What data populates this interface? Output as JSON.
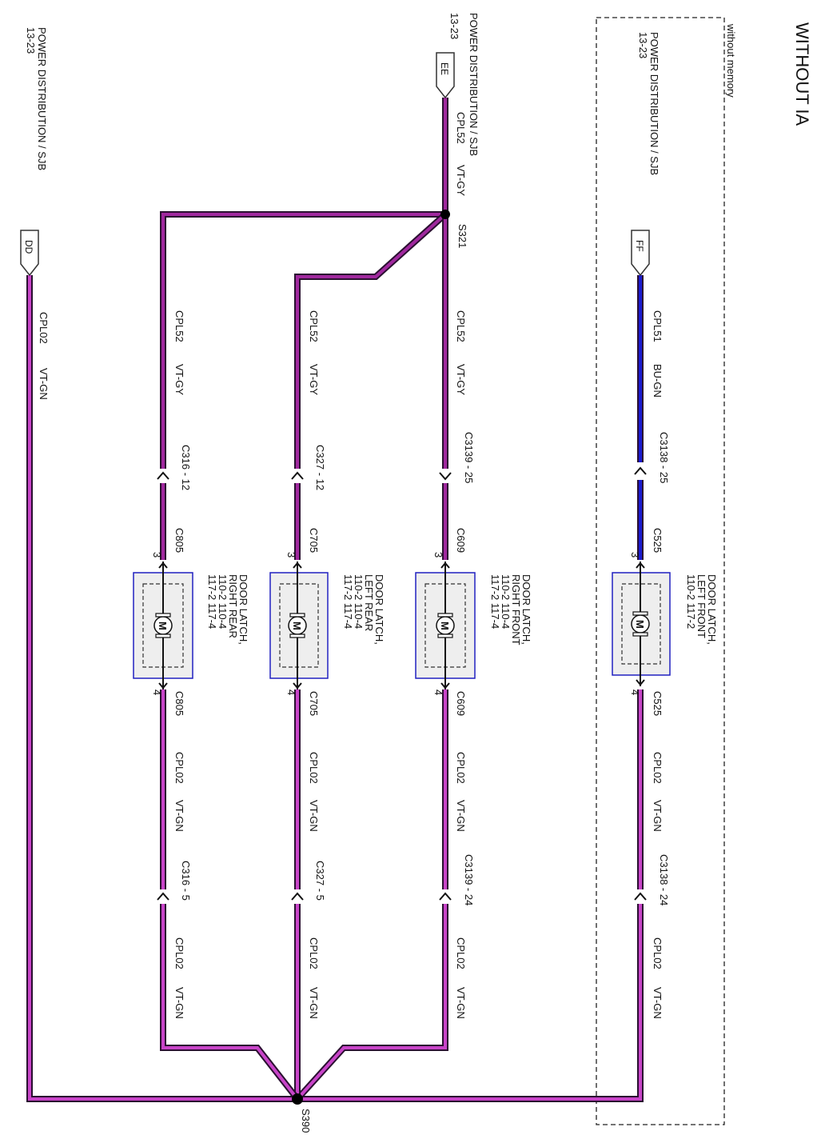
{
  "title": "WITHOUT IA",
  "section_note": "without memory",
  "colors": {
    "vt_gy": "#a0289e",
    "vt_gn": "#c844c8",
    "bu_gn": "#1a1ad0",
    "wire_dark": "#2a1030",
    "module_border": "#2020c0",
    "module_fill": "#eeeeee"
  },
  "sources": {
    "ff": {
      "label": "POWER DISTRIBUTION / SJB",
      "page": "13-23",
      "tag": "FF"
    },
    "ee": {
      "label": "POWER DISTRIBUTION / SJB",
      "page": "13-23",
      "tag": "EE"
    },
    "dd": {
      "label": "POWER DISTRIBUTION / SJB",
      "page": "13-23",
      "tag": "DD"
    }
  },
  "splices": {
    "s321": "S321",
    "s390": "S390"
  },
  "wires": {
    "ee_feed": {
      "circuit": "CPL52",
      "color": "VT-GY"
    },
    "dd_ground": {
      "circuit": "CPL02",
      "color": "VT-GN"
    }
  },
  "branches": [
    {
      "id": "lf",
      "power_circuit": "CPL51",
      "power_color": "BU-GN",
      "inline_top": "C3138 - 25",
      "top_conn": "C525",
      "top_pin": "3",
      "module": [
        "DOOR LATCH,",
        "LEFT FRONT",
        "110-2    117-2"
      ],
      "bottom_conn": "C525",
      "bottom_pin": "4",
      "ret_circuit": "CPL02",
      "ret_color": "VT-GN",
      "inline_bottom": "C3138 - 24",
      "ret2_circuit": "CPL02",
      "ret2_color": "VT-GN"
    },
    {
      "id": "rf",
      "power_circuit": "CPL52",
      "power_color": "VT-GY",
      "inline_top": "C3139 - 25",
      "top_conn": "C609",
      "top_pin": "3",
      "module": [
        "DOOR LATCH,",
        "RIGHT FRONT",
        "110-2    110-4",
        "117-2    117-4"
      ],
      "bottom_conn": "C609",
      "bottom_pin": "4",
      "ret_circuit": "CPL02",
      "ret_color": "VT-GN",
      "inline_bottom": "C3139 - 24",
      "ret2_circuit": "CPL02",
      "ret2_color": "VT-GN"
    },
    {
      "id": "lr",
      "power_circuit": "CPL52",
      "power_color": "VT-GY",
      "inline_top": "C327 - 12",
      "top_conn": "C705",
      "top_pin": "3",
      "module": [
        "DOOR LATCH,",
        "LEFT REAR",
        "110-2    110-4",
        "117-2    117-4"
      ],
      "bottom_conn": "C705",
      "bottom_pin": "4",
      "ret_circuit": "CPL02",
      "ret_color": "VT-GN",
      "inline_bottom": "C327 - 5",
      "ret2_circuit": "CPL02",
      "ret2_color": "VT-GN"
    },
    {
      "id": "rr",
      "power_circuit": "CPL52",
      "power_color": "VT-GY",
      "inline_top": "C316 - 12",
      "top_conn": "C805",
      "top_pin": "3",
      "module": [
        "DOOR LATCH,",
        "RIGHT REAR",
        "110-2    110-4",
        "117-2    117-4"
      ],
      "bottom_conn": "C805",
      "bottom_pin": "4",
      "ret_circuit": "CPL02",
      "ret_color": "VT-GN",
      "inline_bottom": "C316 - 5",
      "ret2_circuit": "CPL02",
      "ret2_color": "VT-GN"
    }
  ],
  "motor_symbol": "M"
}
